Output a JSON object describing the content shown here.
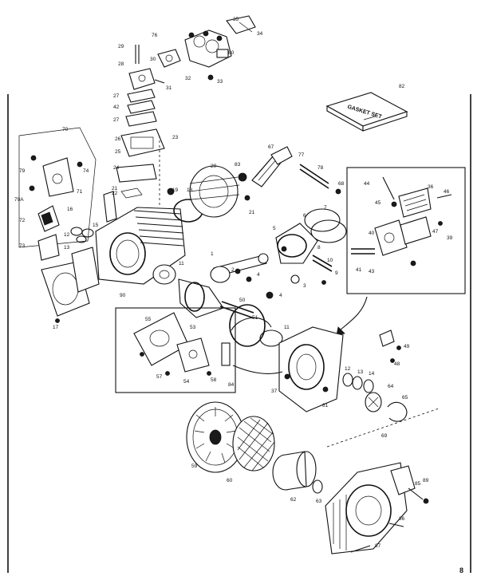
{
  "gasket_set_label": "GASKET SET",
  "page_mark": "8",
  "callouts": [
    {
      "id": "gasket-set",
      "text": "82"
    },
    {
      "id": "carb-top-right",
      "text": "34"
    },
    {
      "id": "carb",
      "text": "80"
    },
    {
      "id": "carb-screw",
      "text": "35"
    },
    {
      "id": "intake-elbow",
      "text": "32"
    },
    {
      "id": "intake-nut",
      "text": "33"
    },
    {
      "id": "stud",
      "text": "76"
    },
    {
      "id": "choke-29",
      "text": "29"
    },
    {
      "id": "choke-30",
      "text": "30"
    },
    {
      "id": "choke-28",
      "text": "28"
    },
    {
      "id": "choke-31",
      "text": "31"
    },
    {
      "id": "reed-27",
      "text": "27"
    },
    {
      "id": "reed-42",
      "text": "42"
    },
    {
      "id": "reed-27b",
      "text": "27"
    },
    {
      "id": "reed-26",
      "text": "26"
    },
    {
      "id": "reed-25",
      "text": "25"
    },
    {
      "id": "reed-23",
      "text": "23"
    },
    {
      "id": "reed-24",
      "text": "24"
    },
    {
      "id": "reed-22",
      "text": "22"
    },
    {
      "id": "box-70",
      "text": "70"
    },
    {
      "id": "box-79",
      "text": "79"
    },
    {
      "id": "box-74",
      "text": "74"
    },
    {
      "id": "box-79a",
      "text": "79A"
    },
    {
      "id": "box-71",
      "text": "71"
    },
    {
      "id": "gasket-21",
      "text": "21"
    },
    {
      "id": "washer-19",
      "text": "19"
    },
    {
      "id": "head-18",
      "text": "18"
    },
    {
      "id": "head-20",
      "text": "20"
    },
    {
      "id": "head-83",
      "text": "83"
    },
    {
      "id": "head-21b",
      "text": "21"
    },
    {
      "id": "plug-67",
      "text": "67"
    },
    {
      "id": "plug-77",
      "text": "77"
    },
    {
      "id": "plug-78",
      "text": "78"
    },
    {
      "id": "plug-68",
      "text": "68"
    },
    {
      "id": "side-72",
      "text": "72"
    },
    {
      "id": "side-16",
      "text": "16"
    },
    {
      "id": "side-15",
      "text": "15"
    },
    {
      "id": "side-73",
      "text": "73"
    },
    {
      "id": "side-12",
      "text": "12"
    },
    {
      "id": "side-13",
      "text": "13"
    },
    {
      "id": "side-17",
      "text": "17"
    },
    {
      "id": "crank-90",
      "text": "90"
    },
    {
      "id": "crank-11",
      "text": "11"
    },
    {
      "id": "piston-1",
      "text": "1"
    },
    {
      "id": "piston-6",
      "text": "6"
    },
    {
      "id": "piston-5",
      "text": "5"
    },
    {
      "id": "piston-7",
      "text": "7"
    },
    {
      "id": "piston-8",
      "text": "8"
    },
    {
      "id": "piston-9",
      "text": "9"
    },
    {
      "id": "piston-10",
      "text": "10"
    },
    {
      "id": "piston-3",
      "text": "3"
    },
    {
      "id": "piston-4",
      "text": "4"
    },
    {
      "id": "rod-2",
      "text": "2"
    },
    {
      "id": "rod-4b",
      "text": "4"
    },
    {
      "id": "crank-50",
      "text": "50"
    },
    {
      "id": "crank-51",
      "text": "51"
    },
    {
      "id": "crank-11b",
      "text": "11"
    },
    {
      "id": "inset-44",
      "text": "44"
    },
    {
      "id": "inset-45",
      "text": "45"
    },
    {
      "id": "inset-36",
      "text": "36"
    },
    {
      "id": "inset-46",
      "text": "46"
    },
    {
      "id": "inset-40",
      "text": "40"
    },
    {
      "id": "inset-41",
      "text": "41"
    },
    {
      "id": "inset-43",
      "text": "43"
    },
    {
      "id": "inset-47",
      "text": "47"
    },
    {
      "id": "inset-39",
      "text": "39"
    },
    {
      "id": "mag-55",
      "text": "55"
    },
    {
      "id": "mag-53",
      "text": "53"
    },
    {
      "id": "mag-57",
      "text": "57"
    },
    {
      "id": "mag-54",
      "text": "54"
    },
    {
      "id": "mag-58",
      "text": "58"
    },
    {
      "id": "mag-84",
      "text": "84"
    },
    {
      "id": "case-37",
      "text": "37"
    },
    {
      "id": "case-61",
      "text": "61"
    },
    {
      "id": "case-49",
      "text": "49"
    },
    {
      "id": "case-48",
      "text": "48"
    },
    {
      "id": "seal-12",
      "text": "12"
    },
    {
      "id": "seal-13",
      "text": "13"
    },
    {
      "id": "seal-14",
      "text": "14"
    },
    {
      "id": "gov-64",
      "text": "64"
    },
    {
      "id": "gov-65",
      "text": "65"
    },
    {
      "id": "clip-69",
      "text": "69"
    },
    {
      "id": "fly-59",
      "text": "59"
    },
    {
      "id": "screen-60",
      "text": "60"
    },
    {
      "id": "cup-62",
      "text": "62"
    },
    {
      "id": "cup-63",
      "text": "63"
    },
    {
      "id": "recoil-85",
      "text": "85"
    },
    {
      "id": "recoil-87",
      "text": "87"
    },
    {
      "id": "recoil-86",
      "text": "86"
    },
    {
      "id": "recoil-89",
      "text": "89"
    }
  ]
}
